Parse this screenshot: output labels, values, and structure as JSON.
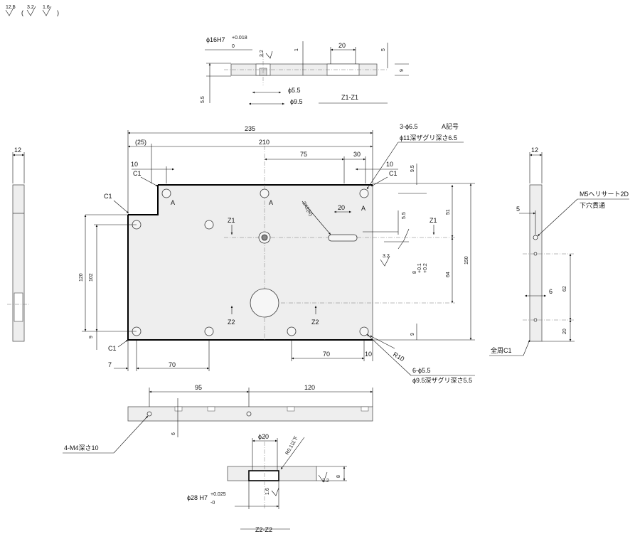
{
  "surface_finish": {
    "main": "12.5",
    "alt1": "3.2",
    "alt2": "1.6",
    "open": "(",
    "close": ")"
  },
  "section_z1": {
    "bore": "ϕ16H7",
    "tol_upper": "+0.018",
    "tol_lower": "0",
    "finish": "3.2",
    "dim_1": "1",
    "dim_20": "20",
    "dim_5": "5",
    "dim_9": "9",
    "dim_55": "5.5",
    "dim_phi55": "ϕ5.5",
    "dim_phi95": "ϕ9.5",
    "label": "Z1-Z1"
  },
  "plan": {
    "dim_235": "235",
    "dim_25": "(25)",
    "dim_210": "210",
    "dim_75": "75",
    "dim_30": "30",
    "dim_10a": "10",
    "dim_10b": "10",
    "dim_c1a": "C1",
    "dim_c1b": "C1",
    "dim_c1c": "C1",
    "dim_c1d": "C1",
    "dim_95": "9.5",
    "dim_51": "51",
    "dim_150": "150",
    "dim_64": "64",
    "dim_55": "5.5",
    "dim_20": "20",
    "slot": "2X2(R)",
    "tol_p01": "+0.1",
    "tol_p02": "+0.2",
    "dim_8": "8",
    "finish": "3.2",
    "dim_120": "120",
    "dim_102": "102",
    "dim_9a": "9",
    "dim_9b": "9",
    "dim_7": "7",
    "dim_70a": "70",
    "dim_70b": "70",
    "dim_10c": "10",
    "r10": "R10",
    "z1a": "Z1",
    "z1b": "Z1",
    "z2a": "Z2",
    "z2b": "Z2",
    "marka": "A",
    "markb": "A",
    "markc": "A",
    "callout_top1": "3-ϕ6.5",
    "callout_top2": "ϕ11深ザグリ深さ6.5",
    "callout_a": "A記号",
    "callout_bot1": "6-ϕ5.5",
    "callout_bot2": "ϕ9.5深ザグリ深さ5.5"
  },
  "left_view": {
    "dim_12": "12"
  },
  "right_view": {
    "dim_12": "12",
    "dim_5": "5",
    "dim_6": "6",
    "dim_62": "62",
    "dim_20": "20",
    "callout1": "M5ヘリサート2D",
    "callout2": "下穴貫通",
    "chamfer": "全周C1"
  },
  "bottom_view": {
    "dim_95": "95",
    "dim_120": "120",
    "dim_6": "6",
    "callout": "4-M4深さ10"
  },
  "section_z2": {
    "dim_phi20": "ϕ20",
    "note": "R0.1以下",
    "finish_a": "3.2",
    "finish_b": "1.6",
    "dim_8": "8",
    "bore": "ϕ28 H7",
    "tol_upper": "+0.025",
    "tol_lower": "-0",
    "label": "Z2-Z2"
  }
}
